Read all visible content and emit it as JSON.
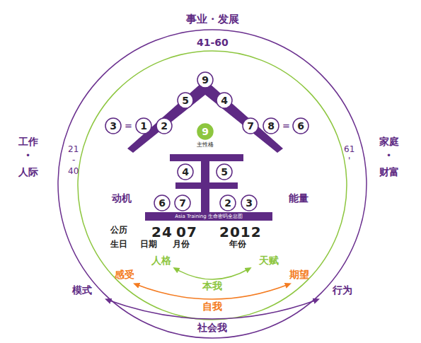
{
  "diagram": {
    "nodes": [
      {
        "text": [
          "9"
        ]
      },
      {
        "text": [
          "5"
        ]
      },
      {
        "text": [
          "4"
        ]
      },
      {
        "text": [
          "3"
        ]
      },
      {
        "text": [
          "1"
        ]
      },
      {
        "text": [
          "2"
        ]
      },
      {
        "text": [
          "7"
        ]
      },
      {
        "text": [
          "8"
        ]
      },
      {
        "text": [
          "6"
        ]
      },
      {
        "text": [
          "9",
          "主性格"
        ]
      },
      {
        "text": [
          "4"
        ]
      },
      {
        "text": [
          "5"
        ]
      },
      {
        "text": [
          "6"
        ]
      },
      {
        "text": [
          "7"
        ]
      },
      {
        "text": [
          "2"
        ]
      },
      {
        "text": [
          "3"
        ]
      },
      {
        "text": [
          "Asia Training 生命密码全息图"
        ]
      }
    ],
    "labels": [
      "事业・发展",
      "41-60",
      "工作",
      "•",
      "人际",
      "21",
      "-",
      "40",
      "家庭",
      "•",
      "财富",
      "61",
      "'",
      "=",
      "=",
      "动机",
      "能量",
      "公历",
      "24",
      "07",
      "2012",
      "生日",
      "日期",
      "月份",
      "年份",
      "人格",
      "天赋",
      "感受",
      "期望",
      "模式",
      "行为",
      "本我",
      "自我",
      "社会我"
    ]
  }
}
